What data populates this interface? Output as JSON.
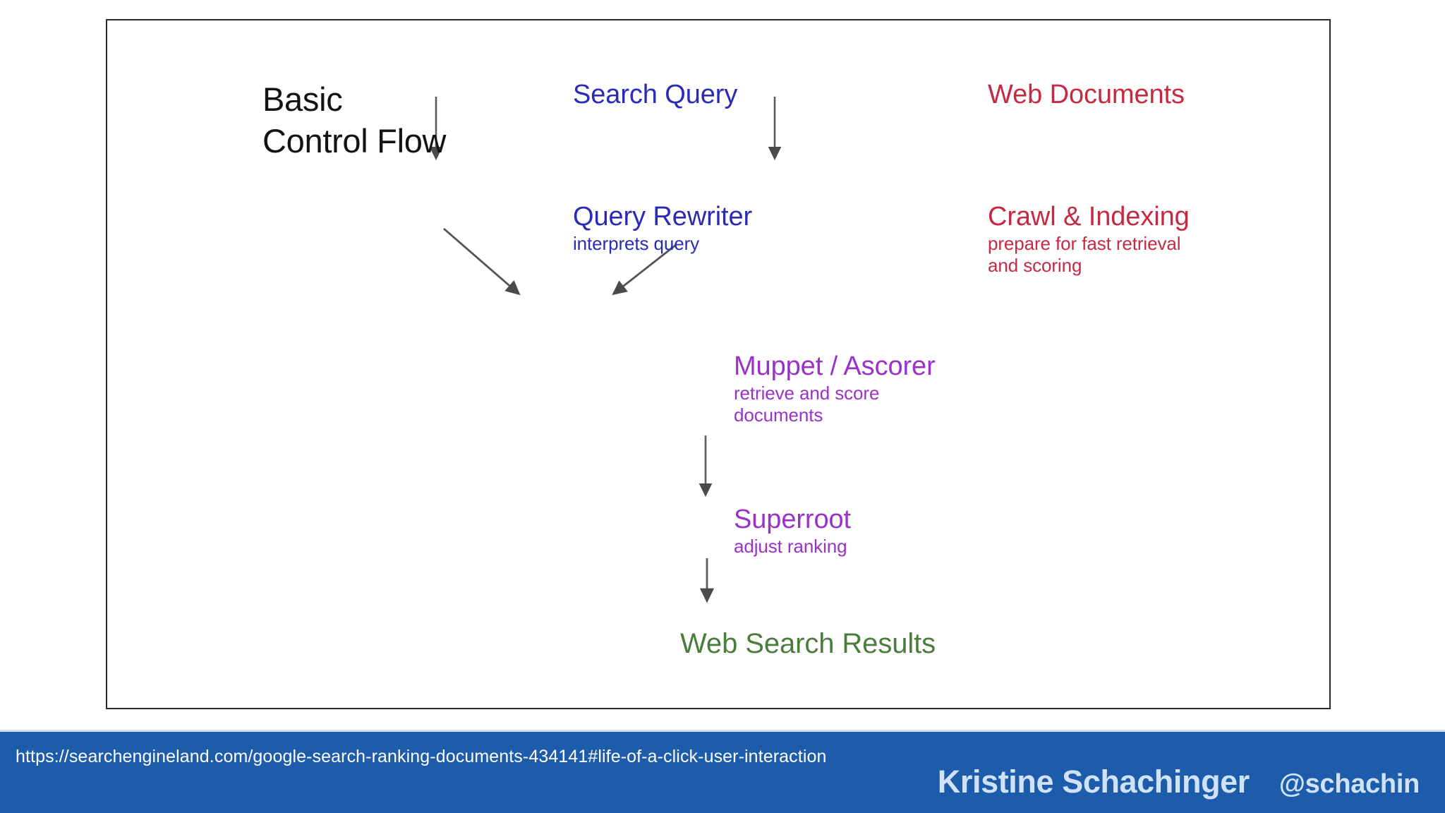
{
  "slide": {
    "diagram": {
      "heading": "Basic\nControl Flow",
      "nodes": [
        {
          "id": "search-query",
          "title": "Search Query",
          "subtitle": "",
          "color": "#2b2bb5"
        },
        {
          "id": "query-rewriter",
          "title": "Query Rewriter",
          "subtitle": "interprets query",
          "color": "#2b2bb5"
        },
        {
          "id": "web-documents",
          "title": "Web Documents",
          "subtitle": "",
          "color": "#c62a43"
        },
        {
          "id": "crawl-indexing",
          "title": "Crawl & Indexing",
          "subtitle": "prepare for fast retrieval\nand scoring",
          "color": "#c62a43"
        },
        {
          "id": "muppet-ascorer",
          "title": "Muppet / Ascorer",
          "subtitle": "retrieve and score\ndocuments",
          "color": "#9a32c8"
        },
        {
          "id": "superroot",
          "title": "Superroot",
          "subtitle": "adjust ranking",
          "color": "#9a32c8"
        },
        {
          "id": "web-results",
          "title": "Web Search Results",
          "subtitle": "",
          "color": "#4a7c3c"
        }
      ],
      "arrow_color": "#555555"
    }
  },
  "footer": {
    "url": "https://searchengineland.com/google-search-ranking-documents-434141#life-of-a-click-user-interaction",
    "presenter_name": "Kristine Schachinger",
    "presenter_handle": "@schachin",
    "background_color": "#1d5bab",
    "text_color": "#cfe2f7"
  }
}
